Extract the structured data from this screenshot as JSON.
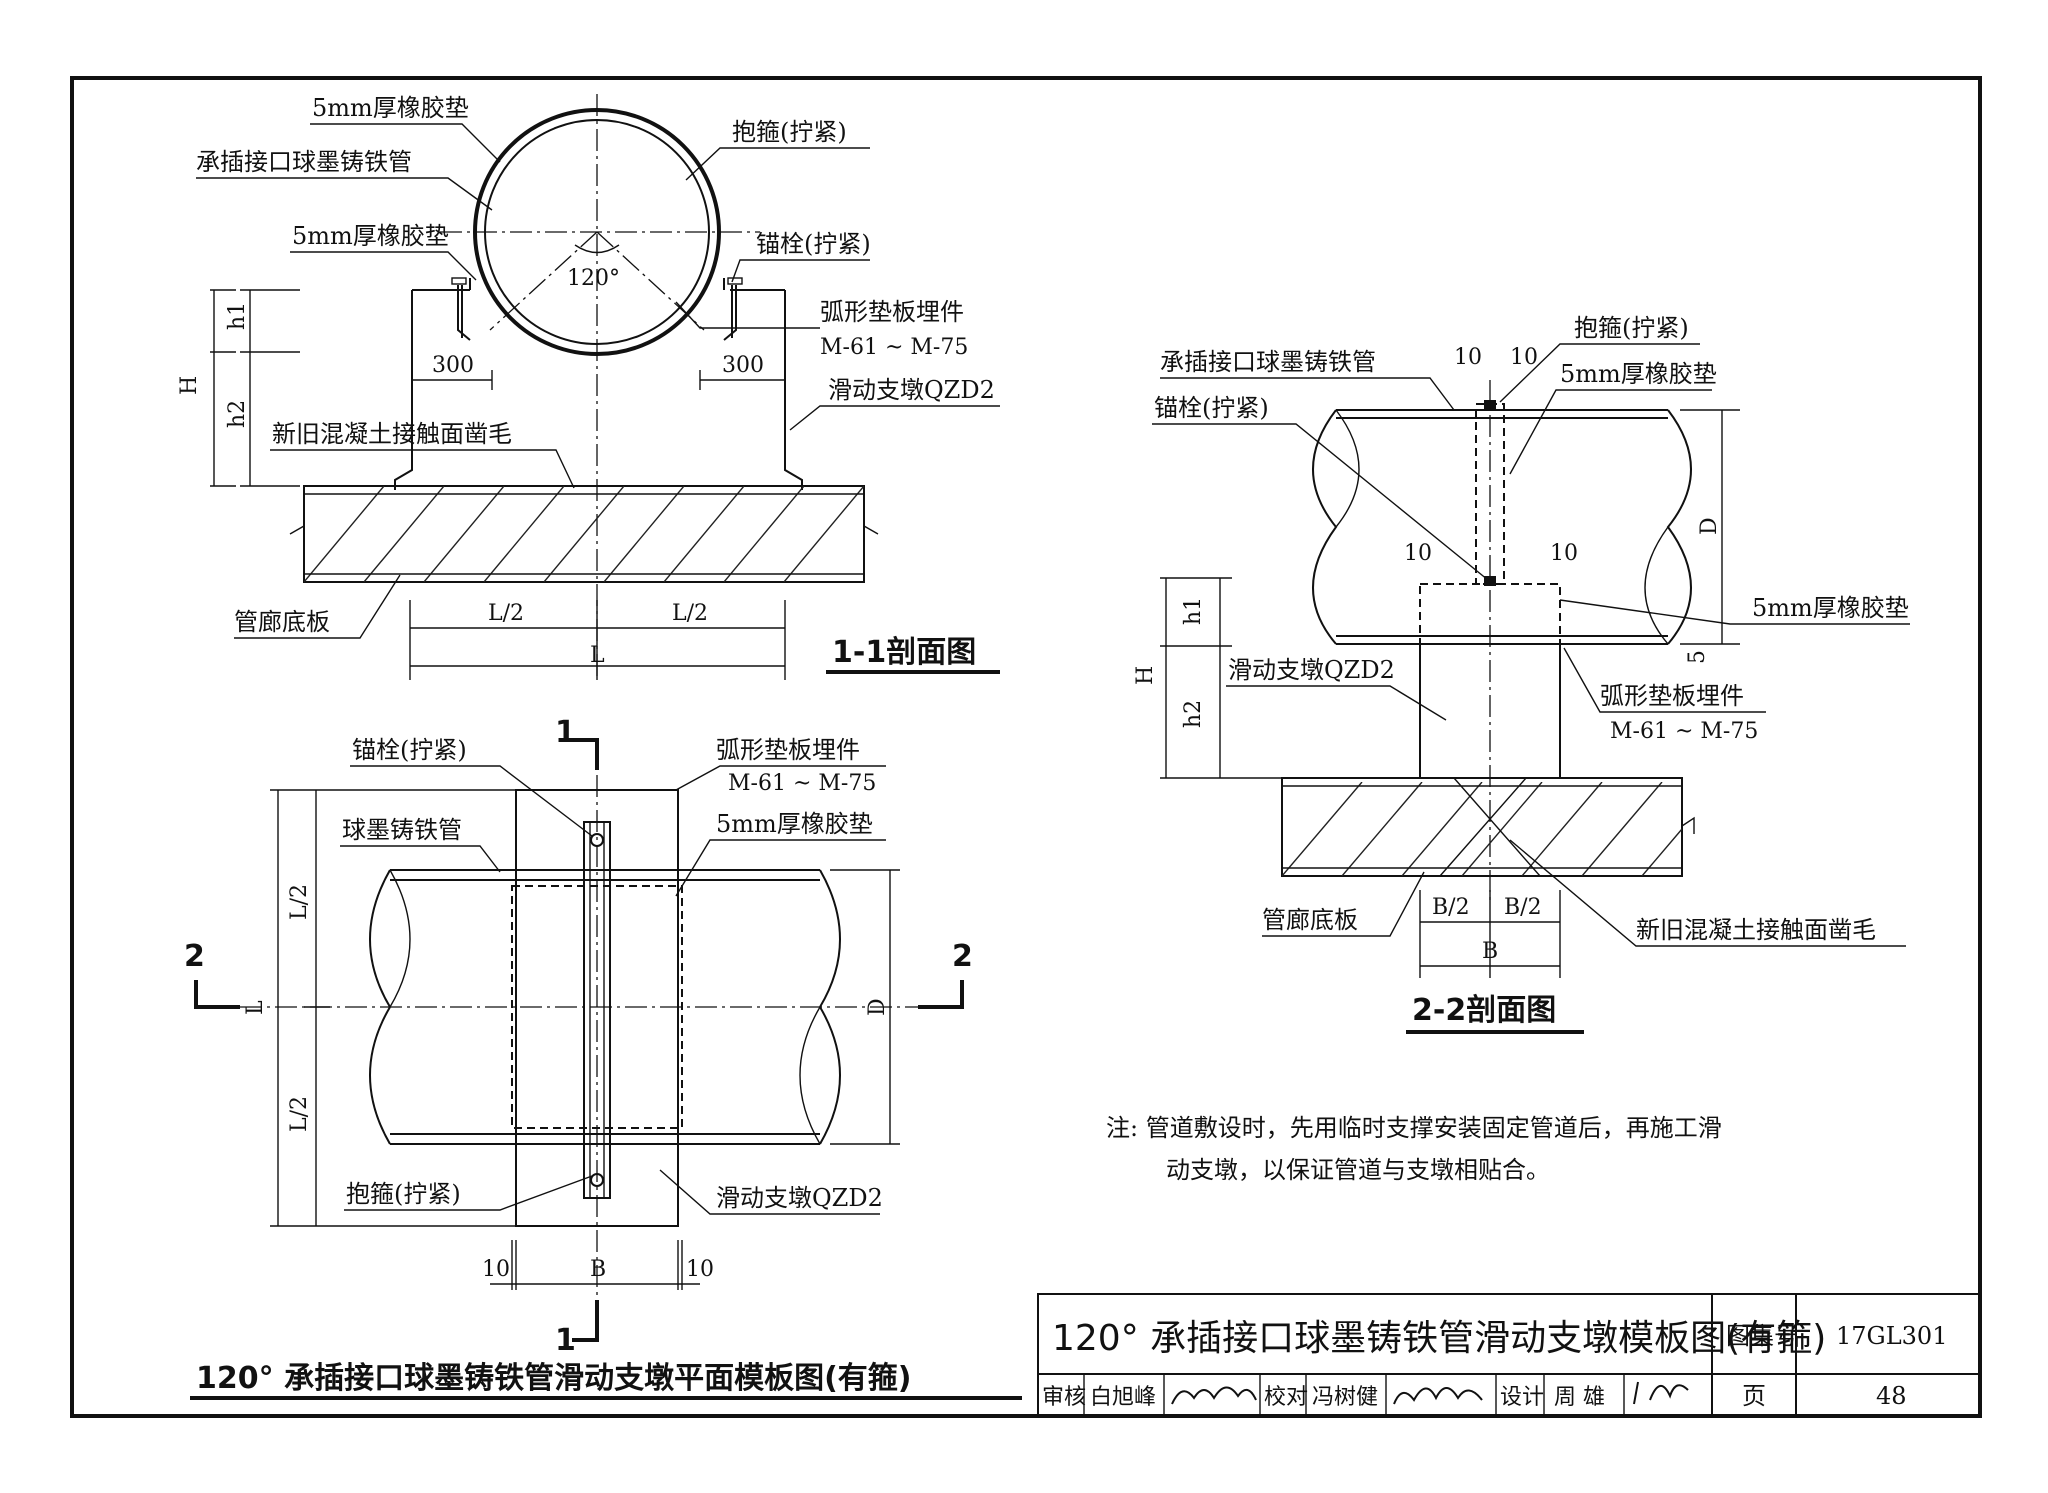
{
  "section_1_1": {
    "title": "1-1剖面图",
    "labels": {
      "rubber_pad_top": "5mm厚橡胶垫",
      "pipe": "承插接口球墨铸铁管",
      "rubber_pad_bottom": "5mm厚橡胶垫",
      "hoop": "抱箍(拧紧)",
      "anchor": "锚栓(拧紧)",
      "arc_plate": "弧形垫板埋件",
      "arc_plate_code": "M-61 ~ M-75",
      "pier": "滑动支墩QZD2",
      "rough_surface": "新旧混凝土接触面凿毛",
      "floor": "管廊底板",
      "angle": "120°"
    },
    "dims": {
      "h1": "h1",
      "h2": "h2",
      "H": "H",
      "d300_left": "300",
      "d300_right": "300",
      "L_half_left": "L/2",
      "L_half_right": "L/2",
      "L": "L"
    }
  },
  "section_2_2": {
    "title": "2-2剖面图",
    "labels": {
      "hoop": "抱箍(拧紧)",
      "pipe": "承插接口球墨铸铁管",
      "rubber_pad_top": "5mm厚橡胶垫",
      "anchor": "锚栓(拧紧)",
      "rubber_pad_side": "5mm厚橡胶垫",
      "pier": "滑动支墩QZD2",
      "arc_plate": "弧形垫板埋件",
      "arc_plate_code": "M-61 ~ M-75",
      "floor": "管廊底板",
      "rough_surface": "新旧混凝土接触面凿毛"
    },
    "dims": {
      "d10_a": "10",
      "d10_b": "10",
      "d10_c": "10",
      "d10_d": "10",
      "D": "D",
      "d5": "5",
      "h1": "h1",
      "h2": "h2",
      "H": "H",
      "B_half_left": "B/2",
      "B_half_right": "B/2",
      "B": "B"
    }
  },
  "plan": {
    "title": "120° 承插接口球墨铸铁管滑动支墩平面模板图(有箍)",
    "labels": {
      "anchor": "锚栓(拧紧)",
      "pipe": "球墨铸铁管",
      "arc_plate": "弧形垫板埋件",
      "arc_plate_code": "M-61 ~ M-75",
      "rubber_pad": "5mm厚橡胶垫",
      "hoop": "抱箍(拧紧)",
      "pier": "滑动支墩QZD2"
    },
    "dims": {
      "L_half_top": "L/2",
      "L_half_bottom": "L/2",
      "L": "L",
      "D": "D",
      "d10_left": "10",
      "d10_right": "10",
      "B": "B"
    },
    "cut_marks": {
      "top": "1",
      "bottom": "1",
      "left": "2",
      "right": "2"
    }
  },
  "note": {
    "line1": "注: 管道敷设时，先用临时支撑安装固定管道后，再施工滑",
    "line2": "动支墩，以保证管道与支墩相贴合。"
  },
  "title_block": {
    "drawing_title": "120° 承插接口球墨铸铁管滑动支墩模板图(有箍)",
    "atlas_label": "图集号",
    "atlas_no": "17GL301",
    "page_label": "页",
    "page_no": "48",
    "review_label": "审核",
    "reviewer": "白旭峰",
    "check_label": "校对",
    "checker": "冯树健",
    "design_label": "设计",
    "designer": "周 雄"
  }
}
